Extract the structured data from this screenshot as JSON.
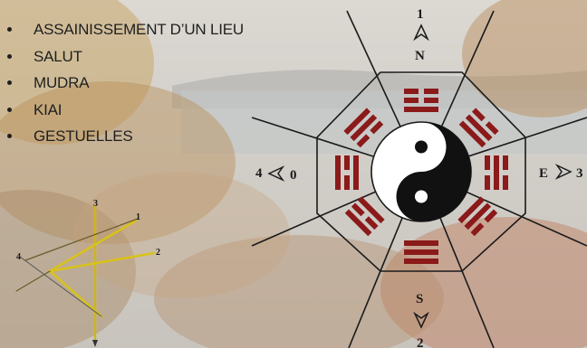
{
  "slide": {
    "bullets": [
      {
        "label": "ASSAINISSEMENT D’UN LIEU"
      },
      {
        "label": "SALUT"
      },
      {
        "label": "MUDRA"
      },
      {
        "label": "KIAI"
      },
      {
        "label": "GESTUELLES"
      }
    ]
  },
  "bagua": {
    "north": {
      "number": "1",
      "letter": "N"
    },
    "south": {
      "number": "2",
      "letter": "S"
    },
    "east": {
      "number": "3",
      "letter": "E"
    },
    "west": {
      "number": "4",
      "letter": "0"
    }
  },
  "gesture_diagram": {
    "labels": [
      "3",
      "1",
      "2",
      "4"
    ]
  },
  "colors": {
    "trigram": "#8b1a1a",
    "gesture_stroke": "#d8c21a",
    "text": "#1f1f1f"
  }
}
